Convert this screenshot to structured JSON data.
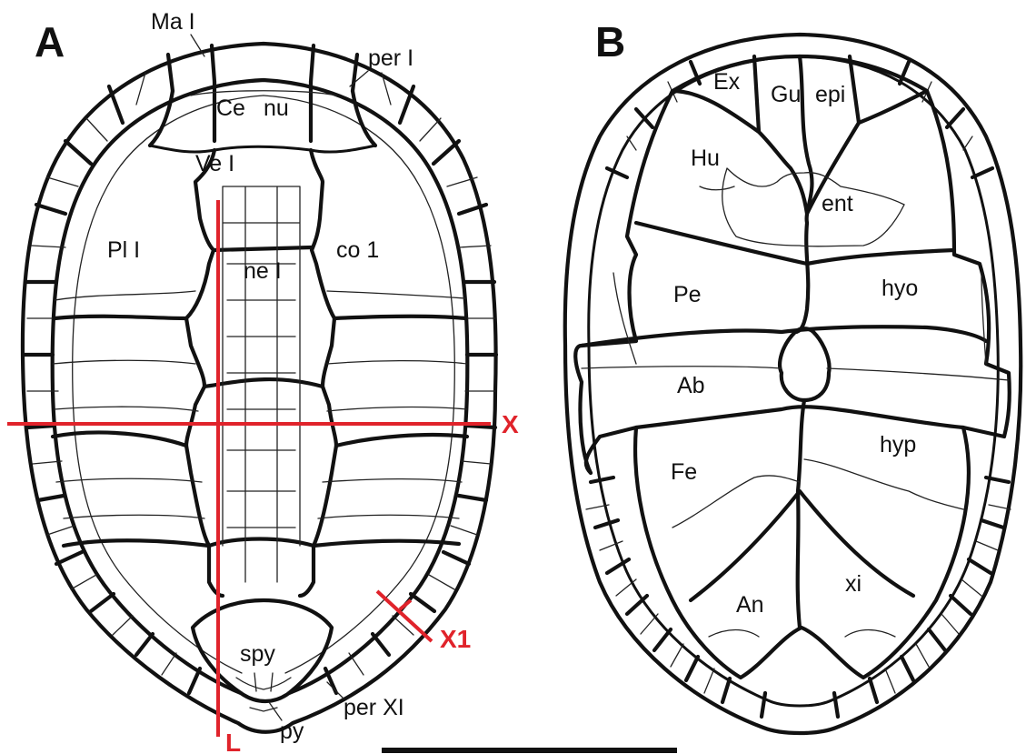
{
  "panels": {
    "a": {
      "letter": "A",
      "labels": {
        "ma_i": "Ma I",
        "per_i": "per I",
        "ce": "Ce",
        "nu": "nu",
        "ve_i": "Ve I",
        "pl_i": "Pl I",
        "co_1": "co 1",
        "ne_i": "ne I",
        "spy": "spy",
        "py": "py",
        "per_xi": "per XI"
      },
      "section_lines": {
        "x": "X",
        "x1": "X1",
        "l": "L"
      }
    },
    "b": {
      "letter": "B",
      "labels": {
        "ex": "Ex",
        "gu": "Gu",
        "epi": "epi",
        "hu": "Hu",
        "ent": "ent",
        "pe": "Pe",
        "hyo": "hyo",
        "ab": "Ab",
        "fe": "Fe",
        "hyp": "hyp",
        "an": "An",
        "xi": "xi"
      }
    }
  },
  "colors": {
    "line": "#111111",
    "section_line": "#e0232b",
    "background": "#ffffff"
  }
}
